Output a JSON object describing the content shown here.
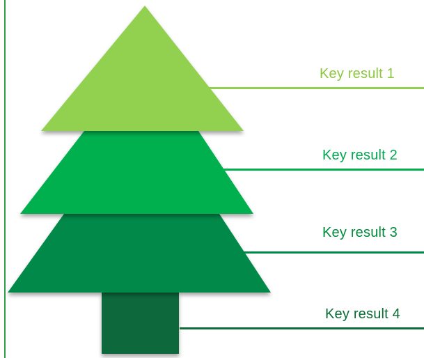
{
  "diagram": {
    "tiers": [
      {
        "label": "Key result 1",
        "color": "#92d050",
        "label_color": "#8dc63f"
      },
      {
        "label": "Key result 2",
        "color": "#00b050",
        "label_color": "#00a651"
      },
      {
        "label": "Key result 3",
        "color": "#00894a",
        "label_color": "#008a3c"
      },
      {
        "label": "Key result 4",
        "color": "#11693a",
        "label_color": "#0a6b34"
      }
    ],
    "frame_color": "#2e9e4c"
  }
}
